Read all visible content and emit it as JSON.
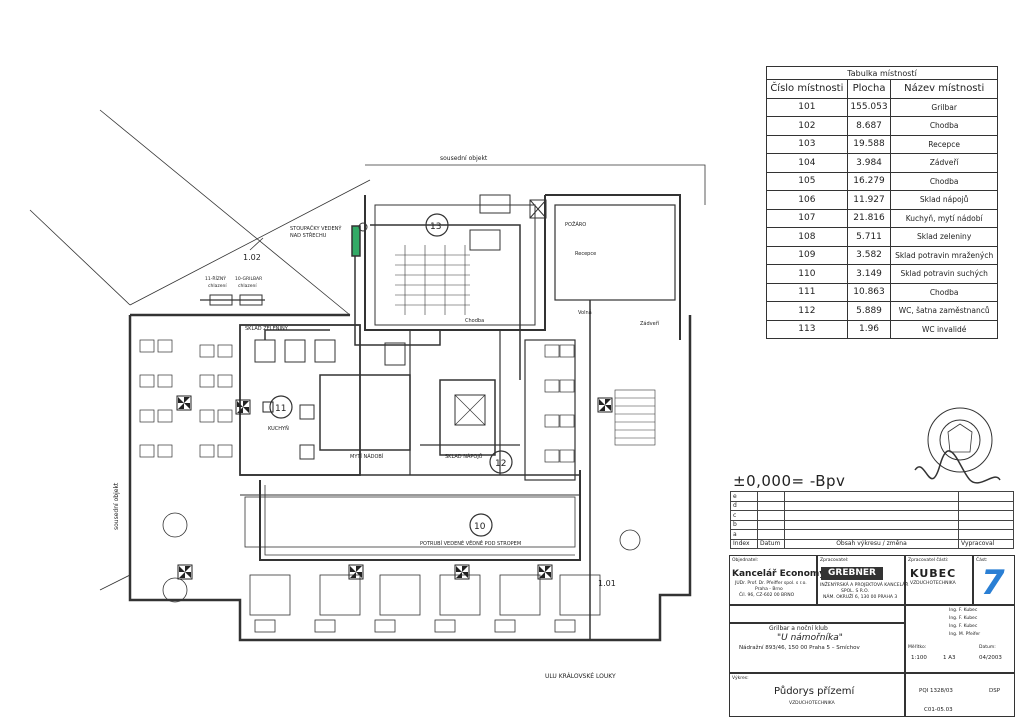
{
  "plan": {
    "neighbor_top": "sousední objekt",
    "neighbor_left": "sousední objekt",
    "street": "ULU KRÁLOVSKÉ LOUKY",
    "level_102": "1.02",
    "level_101": "1.01",
    "riser_note": [
      "STOUPAČKY VEDENÝ",
      "NAD STŘECHU"
    ],
    "pipe_note": "POTRUBÍ VEDENÉ VĚDNĚ POD STROPEM",
    "units": [
      {
        "label": "11-ŘÍZNÝ",
        "sub": "chlazení"
      },
      {
        "label": "10-GRILBAR",
        "sub": "chlazení"
      }
    ],
    "rooms": {
      "kuchyn": "KUCHYŇ",
      "myti_nadobi": "MYTÍ NÁDOBÍ",
      "sklad_napoju": "SKLAD NÁPOJŮ",
      "sklad_zeleniny": "SKLAD ZELENINY",
      "chodba": "Chodba",
      "recepce": "Recepce",
      "zadveri": "Zádveří",
      "pozaro": "POŽÁRO",
      "voda": "Volná"
    },
    "circles": [
      "10",
      "11",
      "12",
      "13"
    ]
  },
  "room_table": {
    "caption": "Tabulka místností",
    "headers": [
      "Číslo místnosti",
      "Plocha",
      "Název místnosti"
    ],
    "rows": [
      [
        "101",
        "155.053",
        "Grilbar"
      ],
      [
        "102",
        "8.687",
        "Chodba"
      ],
      [
        "103",
        "19.588",
        "Recepce"
      ],
      [
        "104",
        "3.984",
        "Zádveří"
      ],
      [
        "105",
        "16.279",
        "Chodba"
      ],
      [
        "106",
        "11.927",
        "Sklad nápojů"
      ],
      [
        "107",
        "21.816",
        "Kuchyň, mytí nádobí"
      ],
      [
        "108",
        "5.711",
        "Sklad zeleniny"
      ],
      [
        "109",
        "3.582",
        "Sklad potravin mražených"
      ],
      [
        "110",
        "3.149",
        "Sklad potravin suchých"
      ],
      [
        "111",
        "10.863",
        "Chodba"
      ],
      [
        "112",
        "5.889",
        "WC, šatna zaměstnanců"
      ],
      [
        "113",
        "1.96",
        "WC invalidé"
      ]
    ]
  },
  "elevation": "±0,000= -Bpv",
  "revisions": {
    "rows": [
      "e",
      "d",
      "c",
      "b",
      "a"
    ],
    "headers": [
      "Index",
      "Datum",
      "Obsah výkresu / změna",
      "Vypracoval"
    ]
  },
  "title_block": {
    "client_label": "Objednatel:",
    "client_name": "Kancelář Economy",
    "client_addr": [
      "JUDr. Prof. Dr. Pfeiffer spol. s r.o.",
      "Praha - Brno",
      "Číl. 96, CZ-602 00 BRNO"
    ],
    "designer_label": "Zpracovatel:",
    "designer_name": "GREBNER",
    "designer_sub": [
      "INŽENÝRSKÁ A PROJEKTOVÁ KANCELÁŘ",
      "SPOL. S R.O.",
      "NÁM. OKRUŽÍ 6, 130 00 PRAHA 3"
    ],
    "subcontractor_label": "Zpracovatel části:",
    "subcontractor_name": "KUBEC",
    "subcontractor_sub": "VZDUCHOTECHNIKA",
    "part_label": "Část:",
    "part_number": "7",
    "project_lines": [
      "Grilbar a noční klub",
      "\"U námořníka\"",
      "Nádražní 893/46, 150 00 Praha 5 – Smíchov"
    ],
    "drawing_label": "Výkres:",
    "drawing_title": "Půdorys přízemí",
    "drawing_sub": "VZDUCHOTECHNIKA",
    "scale_label": "Měřítko:",
    "scale": "1:100",
    "format": "1 A3",
    "date_label": "Datum:",
    "date": "04/2003",
    "number": "PQI 1328/03",
    "stage": "DSP",
    "sheet": "C01-05.03",
    "persons": [
      "Ing. F. Kubec",
      "Ing. F. Kubec",
      "Ing. F. Kubec",
      "Ing. M. Pfeifer"
    ]
  }
}
